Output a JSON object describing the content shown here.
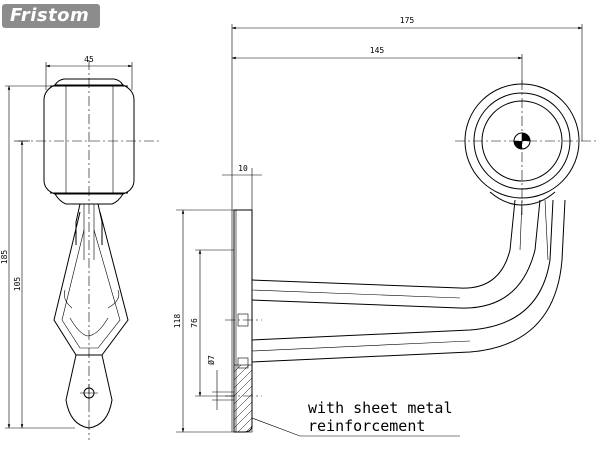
{
  "brand": {
    "logo_text": "Fristom"
  },
  "dimensions": {
    "overall_length": "175",
    "arm_length": "145",
    "head_width": "45",
    "base_thickness": "10",
    "total_height": "185",
    "lower_height": "105",
    "base_height": "118",
    "hole_spacing": "76",
    "hole_diameter": "Ø7"
  },
  "note": {
    "line1": "with sheet metal",
    "line2": "reinforcement"
  }
}
